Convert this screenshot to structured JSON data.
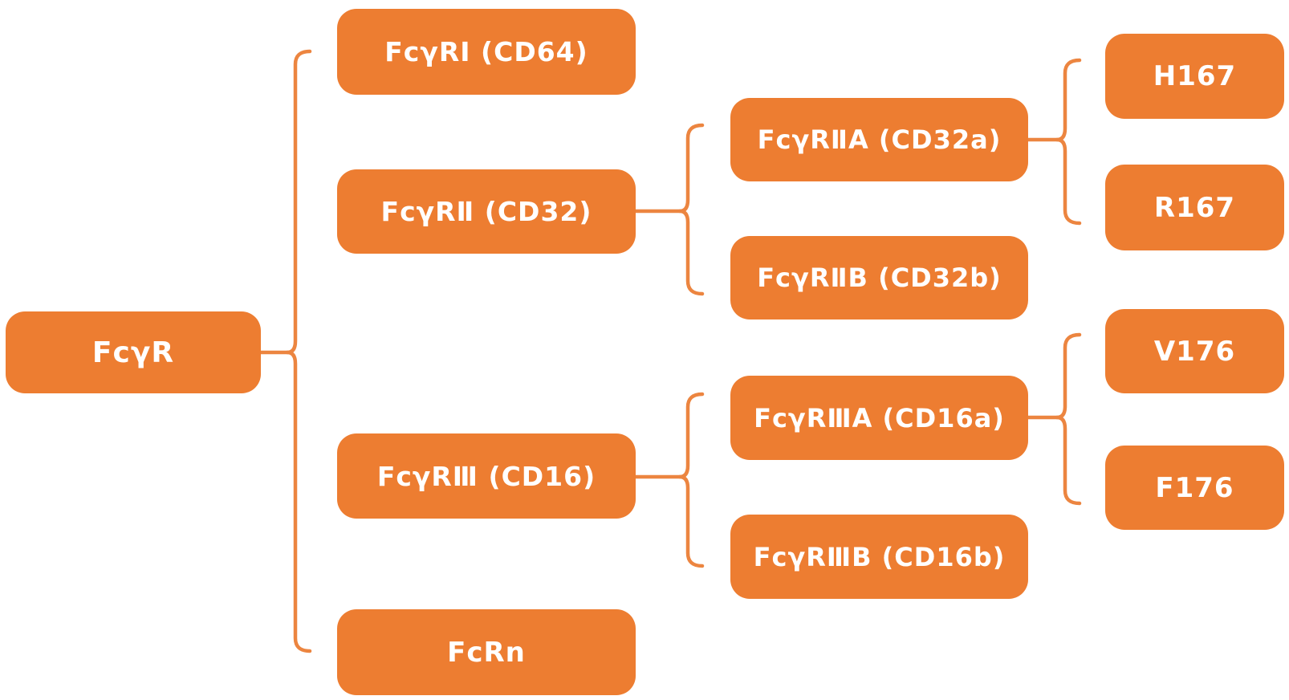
{
  "diagram_type": "tree",
  "colors": {
    "node_fill": "#ED7D31",
    "connector": "#EC8540",
    "node_text": "#FFFFFF",
    "background": "#FFFFFF"
  },
  "nodes": {
    "root": {
      "label": "FcγR"
    },
    "fcgr1": {
      "label": "FcγRⅠ (CD64)"
    },
    "fcgr2": {
      "label": "FcγRⅡ (CD32)"
    },
    "fcgr3": {
      "label": "FcγRⅢ (CD16)"
    },
    "fcrn": {
      "label": "FcRn"
    },
    "fcgr2a": {
      "label": "FcγRⅡA (CD32a)"
    },
    "fcgr2b": {
      "label": "FcγRⅡB (CD32b)"
    },
    "fcgr3a": {
      "label": "FcγRⅢA (CD16a)"
    },
    "fcgr3b": {
      "label": "FcγRⅢB (CD16b)"
    },
    "h167": {
      "label": "H167"
    },
    "r167": {
      "label": "R167"
    },
    "v176": {
      "label": "V176"
    },
    "f176": {
      "label": "F176"
    }
  },
  "hierarchy": {
    "id": "root",
    "children": [
      {
        "id": "fcgr1"
      },
      {
        "id": "fcgr2",
        "children": [
          {
            "id": "fcgr2a",
            "children": [
              {
                "id": "h167"
              },
              {
                "id": "r167"
              }
            ]
          },
          {
            "id": "fcgr2b"
          }
        ]
      },
      {
        "id": "fcgr3",
        "children": [
          {
            "id": "fcgr3a",
            "children": [
              {
                "id": "v176"
              },
              {
                "id": "f176"
              }
            ]
          },
          {
            "id": "fcgr3b"
          }
        ]
      },
      {
        "id": "fcrn"
      }
    ]
  }
}
